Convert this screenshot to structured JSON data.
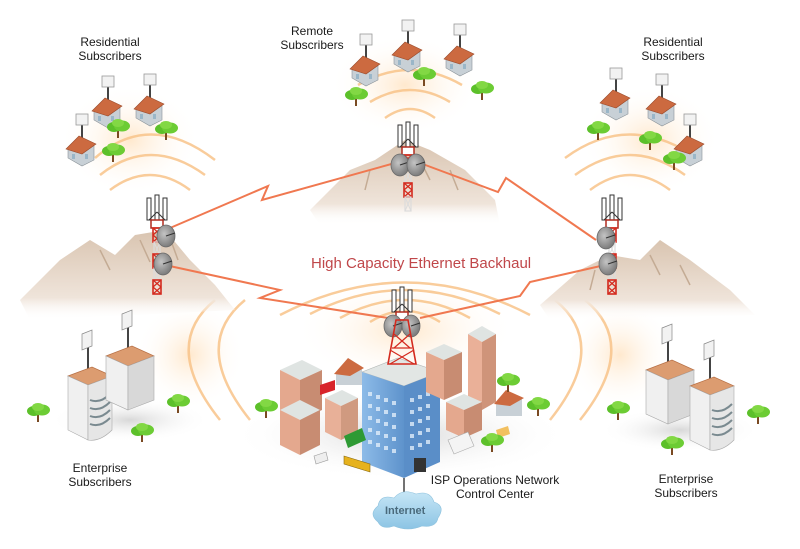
{
  "diagram": {
    "title": "Wireless ISP Network Topology",
    "backhaul_label": "High Capacity Ethernet Backhaul",
    "nodes": {
      "residential_left": {
        "line1": "Residential",
        "line2": "Subscribers"
      },
      "remote": {
        "line1": "Remote",
        "line2": "Subscribers"
      },
      "residential_right": {
        "line1": "Residential",
        "line2": "Subscribers"
      },
      "enterprise_left": {
        "line1": "Enterprise",
        "line2": "Subscribers"
      },
      "enterprise_right": {
        "line1": "Enterprise",
        "line2": "Subscribers"
      },
      "control_center": {
        "line1": "ISP Operations Network",
        "line2": "Control Center"
      },
      "internet": {
        "label": "Internet"
      }
    },
    "icons": [
      "cell-tower-icon",
      "microwave-dish-icon",
      "house-icon",
      "tree-icon",
      "office-building-icon",
      "mountain-icon",
      "cloud-icon",
      "signal-wave-icon",
      "city-icon",
      "bus-icon",
      "truck-icon",
      "car-icon"
    ],
    "colors": {
      "backhaul_line": "#f07850",
      "backhaul_text": "#c0474a",
      "signal_wave": "#f8c080",
      "tower_red": "#d42a1e",
      "mountain": "#d8c6b4",
      "roof": "#c8663c",
      "tree": "#5cc02a",
      "hq_building": "#7aaee0",
      "cloud": "#a8d4ec"
    }
  }
}
